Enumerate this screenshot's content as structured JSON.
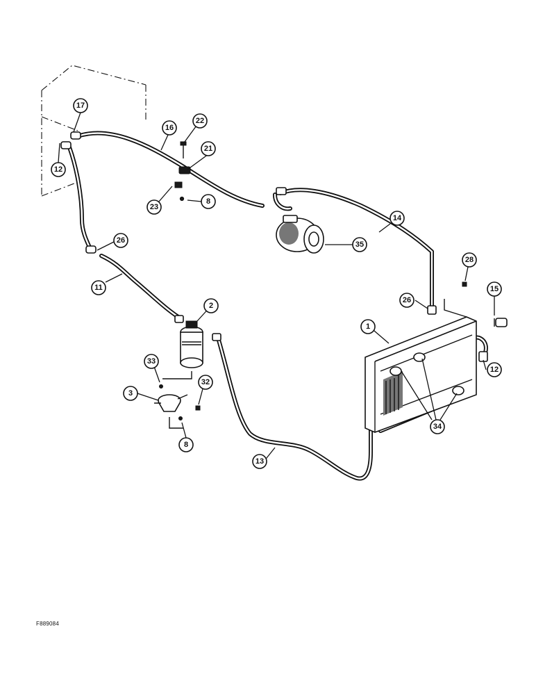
{
  "figure_code": "F889084",
  "callouts": [
    {
      "id": "c17",
      "label": "17"
    },
    {
      "id": "c16",
      "label": "16"
    },
    {
      "id": "c22",
      "label": "22"
    },
    {
      "id": "c21",
      "label": "21"
    },
    {
      "id": "c12a",
      "label": "12"
    },
    {
      "id": "c23",
      "label": "23"
    },
    {
      "id": "c8a",
      "label": "8"
    },
    {
      "id": "c14",
      "label": "14"
    },
    {
      "id": "c35",
      "label": "35"
    },
    {
      "id": "c26a",
      "label": "26"
    },
    {
      "id": "c11",
      "label": "11"
    },
    {
      "id": "c2",
      "label": "2"
    },
    {
      "id": "c28",
      "label": "28"
    },
    {
      "id": "c26b",
      "label": "26"
    },
    {
      "id": "c15",
      "label": "15"
    },
    {
      "id": "c1",
      "label": "1"
    },
    {
      "id": "c12b",
      "label": "12"
    },
    {
      "id": "c33",
      "label": "33"
    },
    {
      "id": "c32",
      "label": "32"
    },
    {
      "id": "c3",
      "label": "3"
    },
    {
      "id": "c34",
      "label": "34"
    },
    {
      "id": "c8b",
      "label": "8"
    },
    {
      "id": "c13",
      "label": "13"
    }
  ]
}
